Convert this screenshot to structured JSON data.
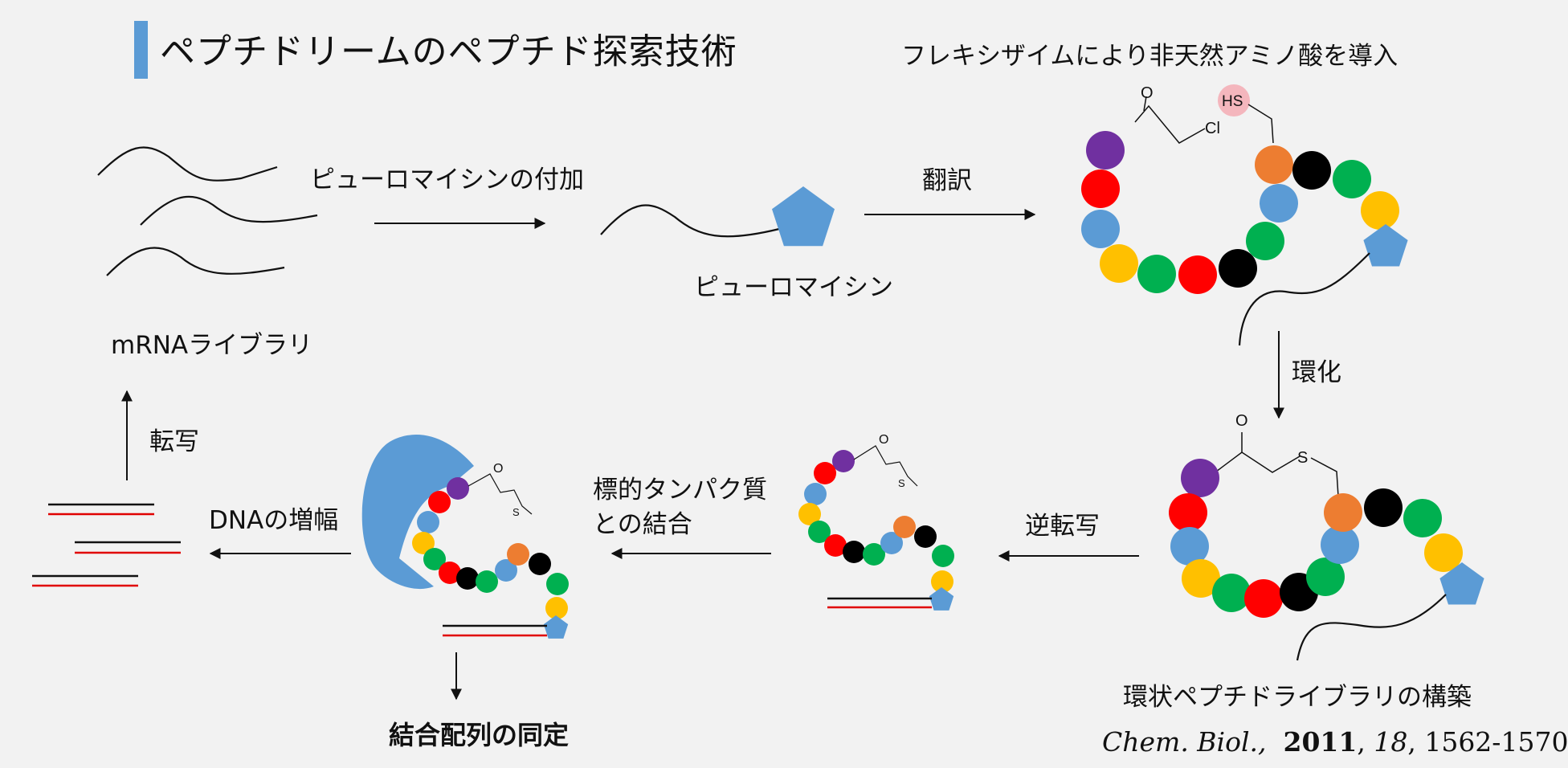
{
  "title": "ペプチドリームのペプチド探索技術",
  "labels": {
    "flexizyme": "フレキシザイムにより非天然アミノ酸を導入",
    "puromycin_add": "ピューロマイシンの付加",
    "translation": "翻訳",
    "puromycin": "ピューロマイシン",
    "mrna_library": "mRNAライブラリ",
    "cyclization": "環化",
    "transcription": "転写",
    "dna_amplification": "DNAの増幅",
    "target_binding_line1": "標的タンパク質",
    "target_binding_line2": "との結合",
    "reverse_transcription": "逆転写",
    "cyclic_library": "環状ペプチドライブラリの構築",
    "identification": "結合配列の同定"
  },
  "chem": {
    "oxygen": "O",
    "chlorine": "Cl",
    "thiol": "HS",
    "sulfur": "S"
  },
  "citation": {
    "journal": "Chem. Biol.,",
    "year": "2011",
    "volume": "18",
    "pages": ", 1562-1570"
  },
  "colors": {
    "blue": "#5b9bd5",
    "purple": "#7030a0",
    "red": "#ff0000",
    "green": "#00b050",
    "yellow": "#ffc000",
    "black": "#000000",
    "orange": "#ed7d31",
    "dna_red": "#e00000",
    "hs_pink": "#f4b6bd"
  }
}
